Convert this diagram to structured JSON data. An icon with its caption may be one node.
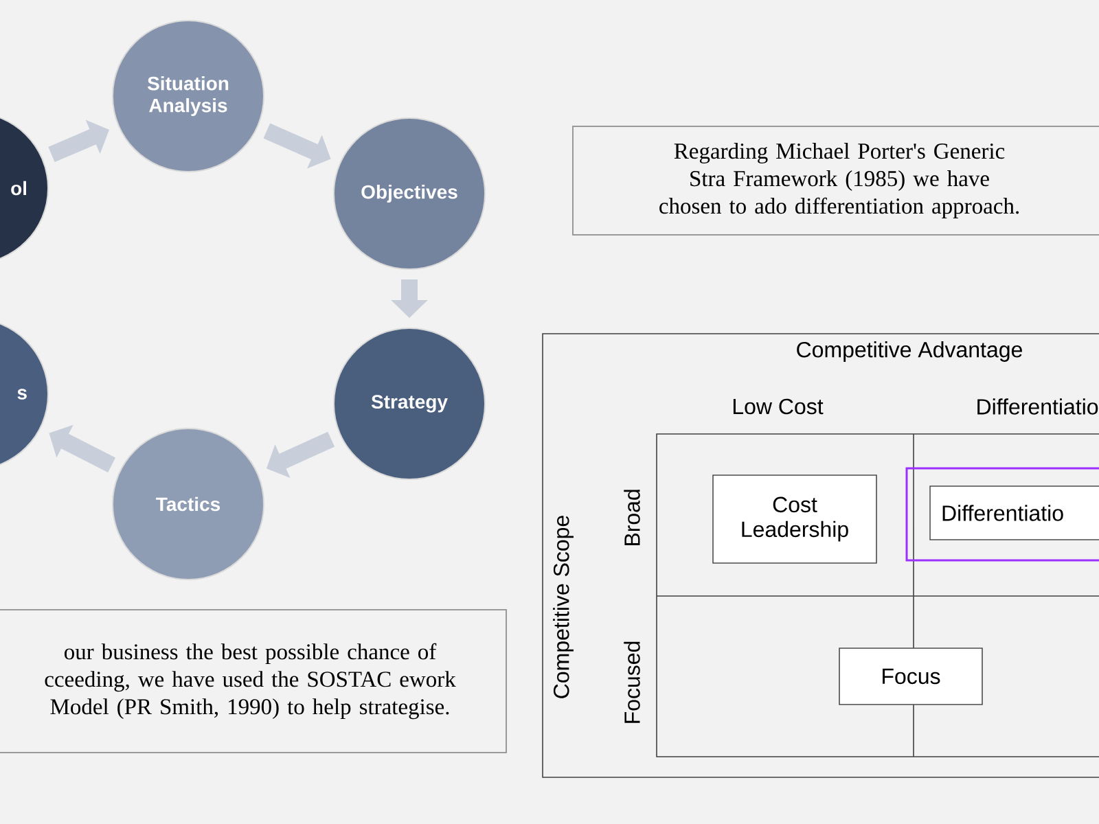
{
  "diagram": {
    "nodes": [
      {
        "text": [
          "Situation Analysis"
        ]
      },
      {
        "text": [
          "Objectives"
        ]
      },
      {
        "text": [
          "Strategy"
        ]
      },
      {
        "text": [
          "Tactics"
        ]
      },
      {
        "text": [
          "s"
        ]
      },
      {
        "text": [
          "ol"
        ]
      },
      {
        "text": [
          "our business the best possible chance of cceeding, we have used the SOSTAC ework Model (PR Smith, 1990) to help strategise."
        ]
      },
      {
        "text": [
          "Regarding Michael Porter's Generic Stra Framework (1985) we have chosen to ado differentiation approach."
        ]
      },
      {
        "text": [
          "Cost Leadership"
        ]
      },
      {
        "text": [],
        "shape": "box"
      },
      {
        "text": [
          "Differentiatio"
        ],
        "in": 9
      },
      {
        "text": [
          "Focus"
        ]
      }
    ],
    "edges": [
      {
        "from": 5,
        "to": 0,
        "arrow": "to"
      },
      {
        "from": 0,
        "to": 1,
        "arrow": "to"
      },
      {
        "from": 1,
        "to": 2,
        "arrow": "to"
      },
      {
        "from": 2,
        "to": 3,
        "arrow": "to"
      },
      {
        "from": 3,
        "to": 4,
        "arrow": "to"
      }
    ],
    "labels": [
      "Competitive Advantage",
      "Low Cost",
      "Differentiatio",
      "Competitive Scope",
      "Broad",
      "Focused"
    ]
  }
}
